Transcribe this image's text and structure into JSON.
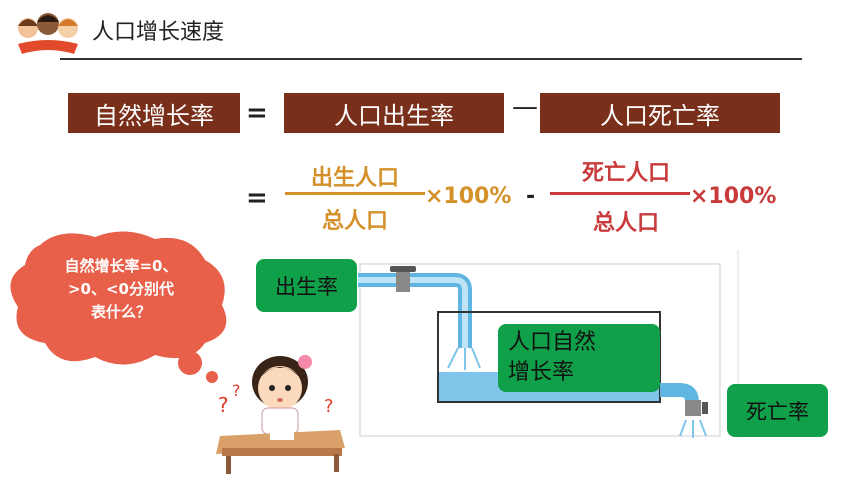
{
  "header": {
    "title": "人口增长速度"
  },
  "equation": {
    "natural_rate": "自然增长率",
    "equals": "=",
    "birth_rate": "人口出生率",
    "minus": "—",
    "death_rate": "人口死亡率"
  },
  "formula": {
    "equals": "=",
    "birth_numerator": "出生人口",
    "birth_denominator": "总人口",
    "birth_multiplier": "×100%",
    "minus": "-",
    "death_numerator": "死亡人口",
    "death_denominator": "总人口",
    "death_multiplier": "×100%"
  },
  "thought_bubble": {
    "line1": "自然增长率=0、",
    "line2": ">0、<0分别代",
    "line3": "表什么？"
  },
  "diagram": {
    "birth_label": "出生率",
    "natural_label_line1": "人口自然",
    "natural_label_line2": "增长率",
    "death_label": "死亡率"
  },
  "colors": {
    "term_bg": "#7a2f1a",
    "birth": "#d4912a",
    "death": "#c93a3a",
    "label_green": "#11a04a",
    "bubble": "#e8604a",
    "water": "#7fc6ea"
  }
}
